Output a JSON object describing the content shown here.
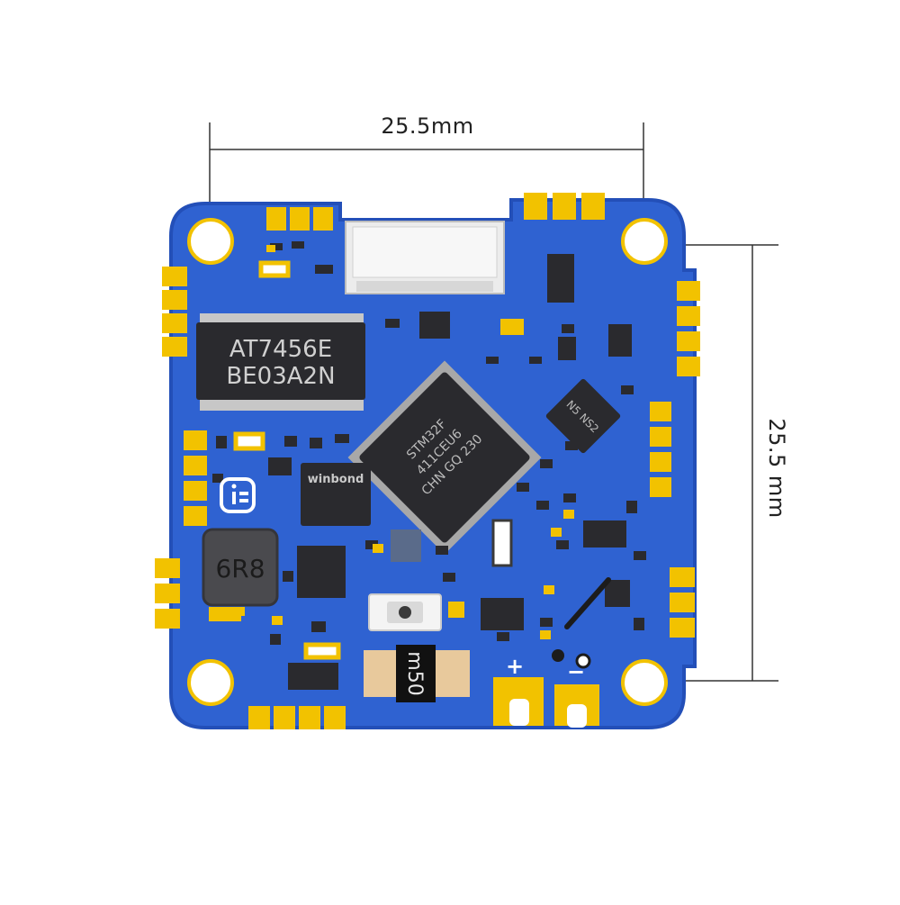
{
  "dimensions": {
    "width_label": "25.5mm",
    "height_label": "25.5 mm"
  },
  "chips": {
    "osd_line1": "AT7456E",
    "osd_line2": "BE03A2N",
    "mcu_line1": "STM32F",
    "mcu_line2": "411CEU6",
    "mcu_line3": "CHN GQ 230",
    "flash_brand": "winbond",
    "inductor": "6R8",
    "shunt": "m50",
    "gyro_marking": "N5 NS2"
  },
  "polarity": {
    "positive": "+",
    "negative": "−"
  },
  "colors": {
    "board": "#2f62d1",
    "board_edge": "#234fb8",
    "pad": "#f2c200",
    "chip": "#2a2a2e",
    "trace": "#4a7be0"
  }
}
